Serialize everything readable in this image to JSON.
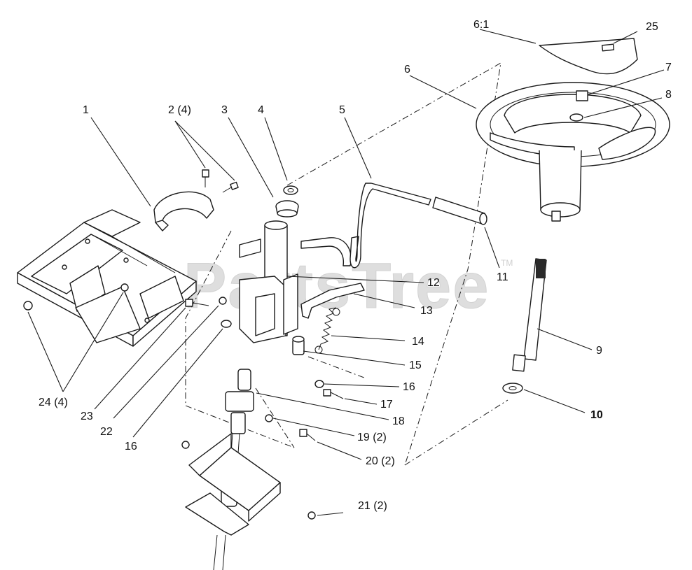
{
  "diagram": {
    "watermark": "PartsTree",
    "watermark_mark": "TM",
    "callouts": [
      "1",
      "2 (4)",
      "3",
      "4",
      "5",
      "6",
      "6:1",
      "25",
      "7",
      "8",
      "9",
      "10",
      "11",
      "12",
      "13",
      "14",
      "15",
      "16",
      "17",
      "18",
      "19 (2)",
      "20 (2)",
      "21 (2)",
      "24 (4)",
      "23",
      "22",
      "16"
    ]
  }
}
